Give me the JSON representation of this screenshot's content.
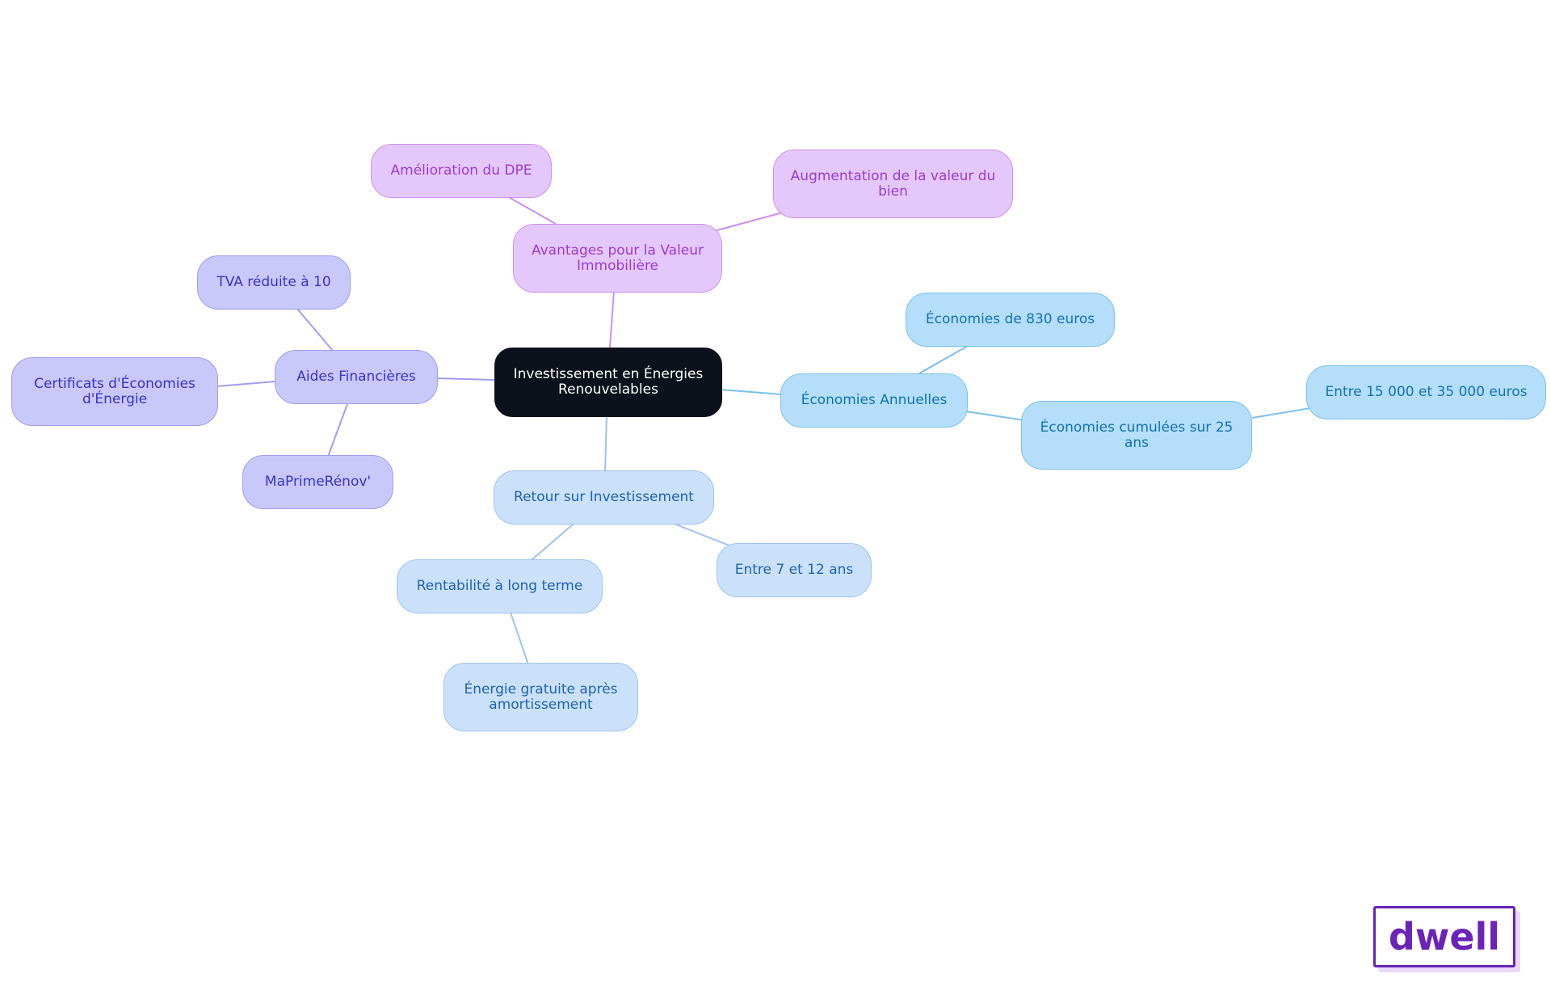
{
  "mindmap": {
    "root": "Investissement en Énergies Renouvelables",
    "branches": {
      "valeur": {
        "label": "Avantages pour la Valeur Immobilière",
        "children": [
          "Amélioration du DPE",
          "Augmentation de la valeur du bien"
        ]
      },
      "aides": {
        "label": "Aides Financières",
        "children": [
          "TVA réduite à 10",
          "Certificats d'Économies d'Énergie",
          "MaPrimeRénov'"
        ]
      },
      "economies": {
        "label": "Économies Annuelles",
        "children": [
          "Économies de 830 euros",
          "Économies cumulées sur 25 ans"
        ],
        "grandchild": "Entre 15 000 et 35 000 euros"
      },
      "retour": {
        "label": "Retour sur Investissement",
        "children": [
          "Rentabilité à long terme",
          "Entre 7 et 12 ans"
        ],
        "grandchild": "Énergie gratuite après amortissement"
      }
    }
  },
  "colors": {
    "root": "#0c111b",
    "valeur": "#e5c8fb",
    "aides": "#c9c8fa",
    "economies": "#b4def9",
    "retour": "#cbe1fa"
  },
  "logo": {
    "text": "dwell",
    "color": "#6a23b8"
  }
}
